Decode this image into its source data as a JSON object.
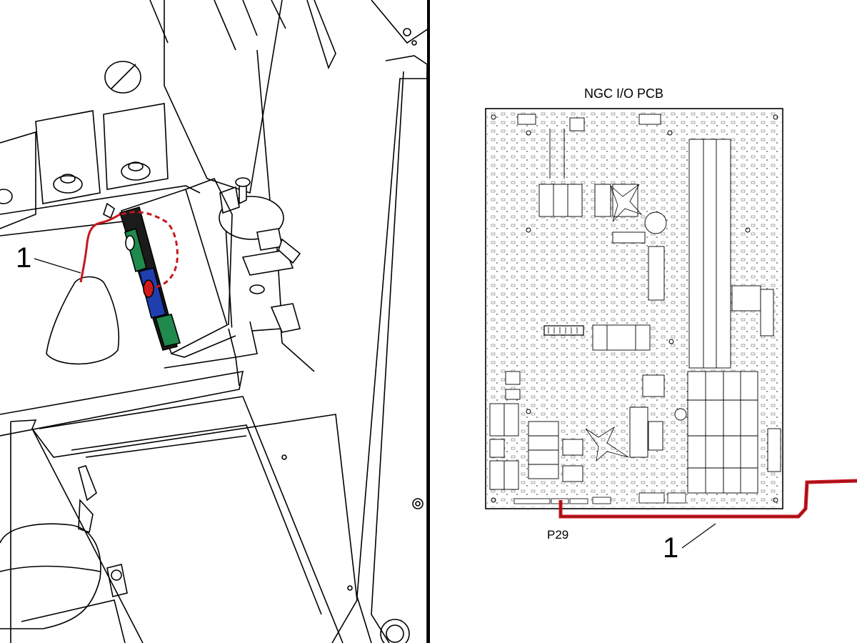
{
  "pcb": {
    "title": "NGC I/O PCB",
    "connector_label": "P29"
  },
  "callouts": {
    "left": "1",
    "right": "1"
  },
  "colors": {
    "cable": "#c8161d",
    "panel_dark": "#1b1b1b",
    "panel_green": "#1f8a4c",
    "panel_blue": "#1f3fb0",
    "button_red": "#d21a1a"
  }
}
